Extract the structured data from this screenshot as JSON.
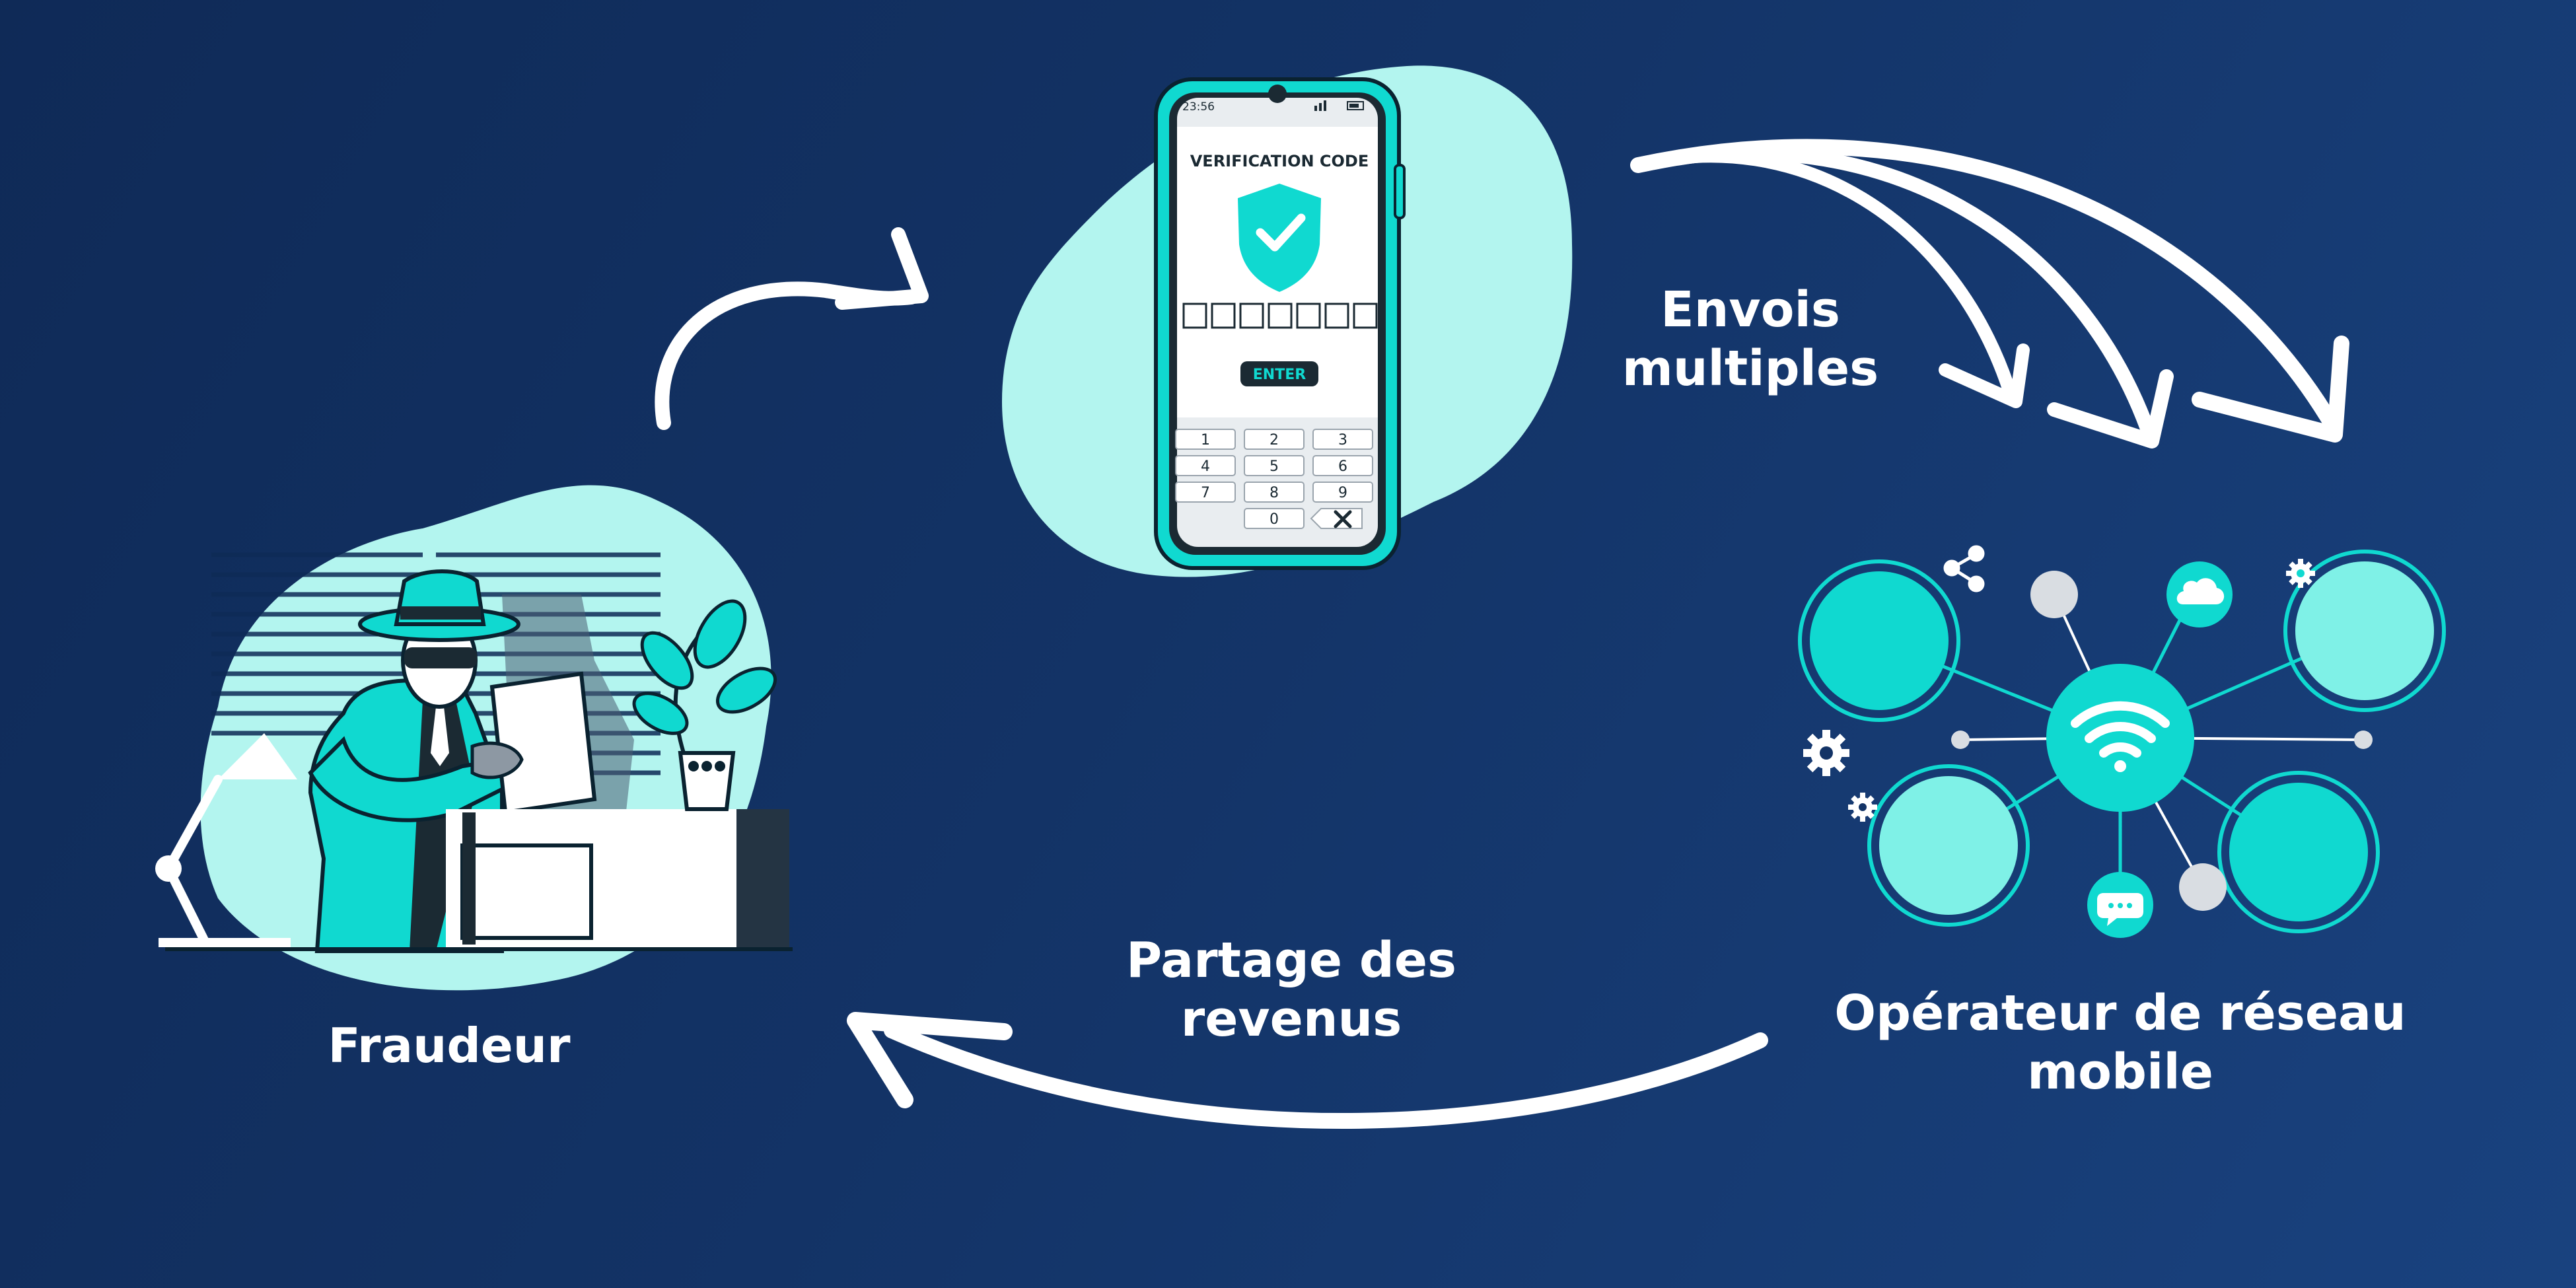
{
  "diagram": {
    "nodes": {
      "fraudster": {
        "label": "Fraudeur"
      },
      "operator": {
        "label": "Opérateur de réseau\nmobile"
      }
    },
    "edges": {
      "multiple_sends": {
        "label": "Envois\nmultiples"
      },
      "revenue_share": {
        "label": "Partage des\nrevenus"
      }
    }
  },
  "phone": {
    "status_time": "23:56",
    "screen_title": "VERIFICATION CODE",
    "enter_button": "ENTER",
    "keypad": [
      "1",
      "2",
      "3",
      "4",
      "5",
      "6",
      "7",
      "8",
      "9",
      "0"
    ]
  },
  "colors": {
    "background_start": "#0f2a57",
    "background_end": "#19427f",
    "accent": "#10d9d0",
    "accent_light": "#b3f5ef",
    "arrow": "#ffffff"
  }
}
